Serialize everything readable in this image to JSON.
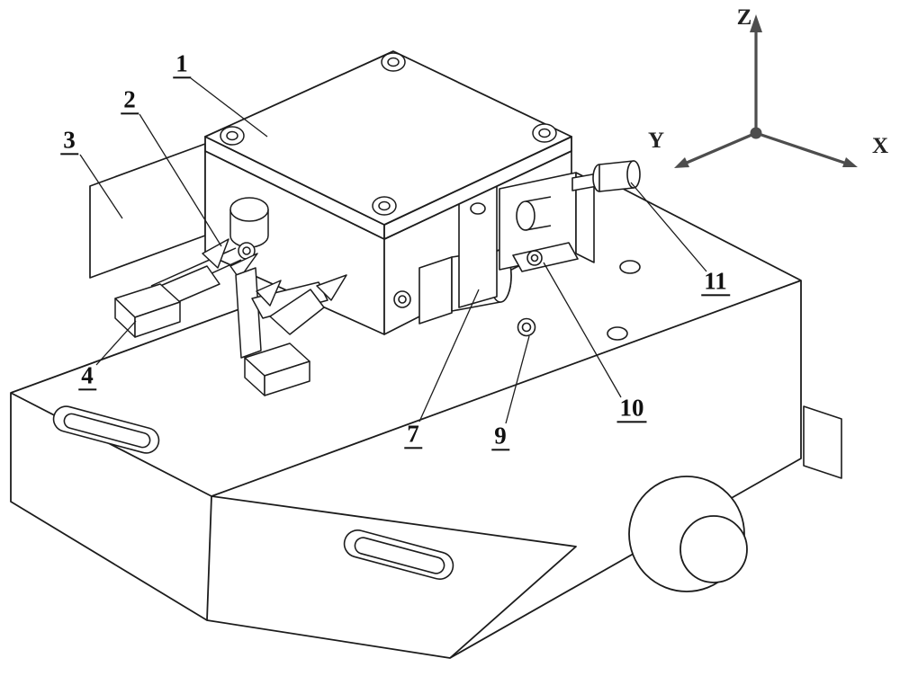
{
  "figure": {
    "description": "Isometric patent-style line drawing of a precision clamping fixture on a machined base block",
    "background_color": "#ffffff",
    "line_color": "#1c1c1c",
    "axis_color": "#4d4d4d"
  },
  "coordinate_axes": {
    "z": "Z",
    "y": "Y",
    "x": "X"
  },
  "part_labels": [
    {
      "id": "label-1",
      "text": "1"
    },
    {
      "id": "label-2",
      "text": "2"
    },
    {
      "id": "label-3",
      "text": "3"
    },
    {
      "id": "label-4",
      "text": "4"
    },
    {
      "id": "label-7",
      "text": "7"
    },
    {
      "id": "label-9",
      "text": "9"
    },
    {
      "id": "label-10",
      "text": "10"
    },
    {
      "id": "label-11",
      "text": "11"
    }
  ]
}
